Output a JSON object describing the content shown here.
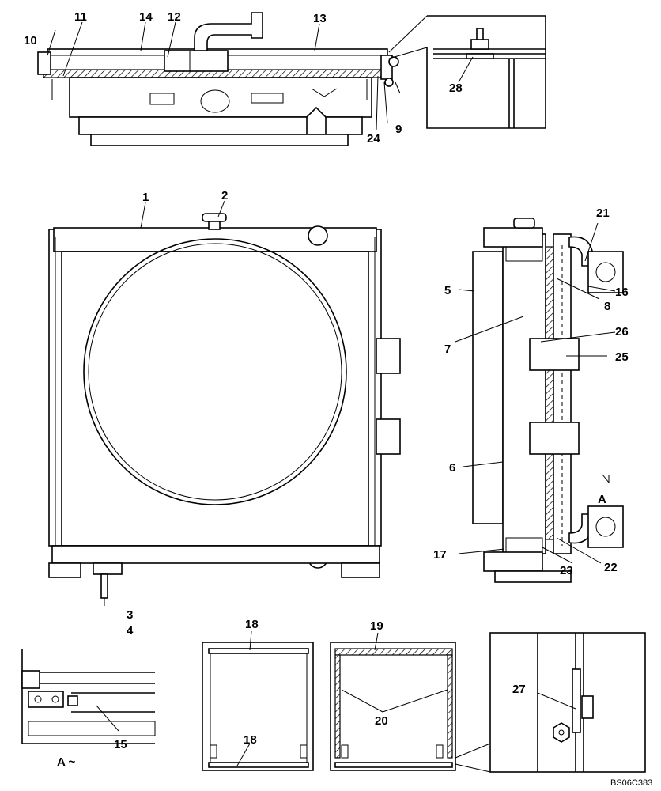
{
  "diagram": {
    "reference_code": "BS06C383",
    "view_a_label": "A ~",
    "arrow_label_a": "A",
    "callouts": {
      "c1": "1",
      "c2": "2",
      "c3": "3",
      "c4": "4",
      "c5": "5",
      "c6": "6",
      "c7": "7",
      "c8": "8",
      "c9": "9",
      "c10": "10",
      "c11": "11",
      "c12": "12",
      "c13": "13",
      "c14": "14",
      "c15": "15",
      "c16": "16",
      "c17": "17",
      "c18a": "18",
      "c18b": "18",
      "c19": "19",
      "c20": "20",
      "c21": "21",
      "c22": "22",
      "c23": "23",
      "c24": "24",
      "c25": "25",
      "c26": "26",
      "c27": "27",
      "c28": "28"
    }
  }
}
